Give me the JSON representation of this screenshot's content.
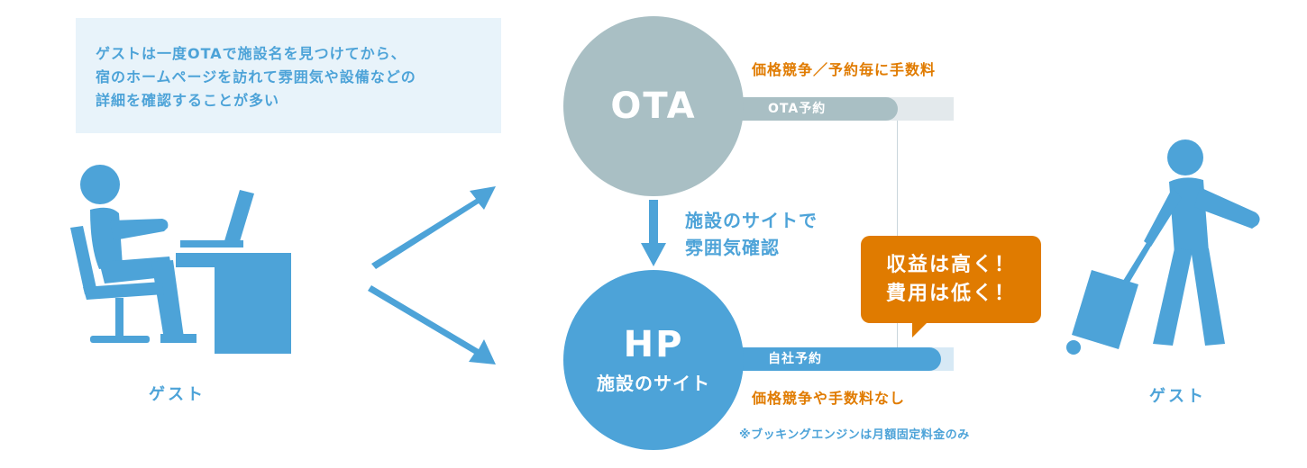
{
  "note": {
    "line1": "ゲストは一度OTAで施設名を見つけてから、",
    "line2": "宿のホームページを訪れて雰囲気や設備などの",
    "line3": "詳細を確認することが多い"
  },
  "left_guest_label": "ゲスト",
  "right_guest_label": "ゲスト",
  "ota": {
    "circle_label": "OTA",
    "bar_label": "OTA予約",
    "note": "価格競争／予約毎に手数料"
  },
  "middle_text": {
    "line1": "施設のサイトで",
    "line2": "雰囲気確認"
  },
  "hp": {
    "circle_label": "HP",
    "circle_sublabel": "施設のサイト",
    "bar_label": "自社予約",
    "note": "価格競争や手数料なし",
    "footnote": "※ブッキングエンジンは月額固定料金のみ"
  },
  "bubble": {
    "line1": "収益は高く！",
    "line2": "費用は低く！"
  },
  "colors": {
    "blue": "#4da3d8",
    "gray": "#a9bfc4",
    "orange": "#e07b00",
    "light_blue_bg": "#e8f3fa"
  }
}
